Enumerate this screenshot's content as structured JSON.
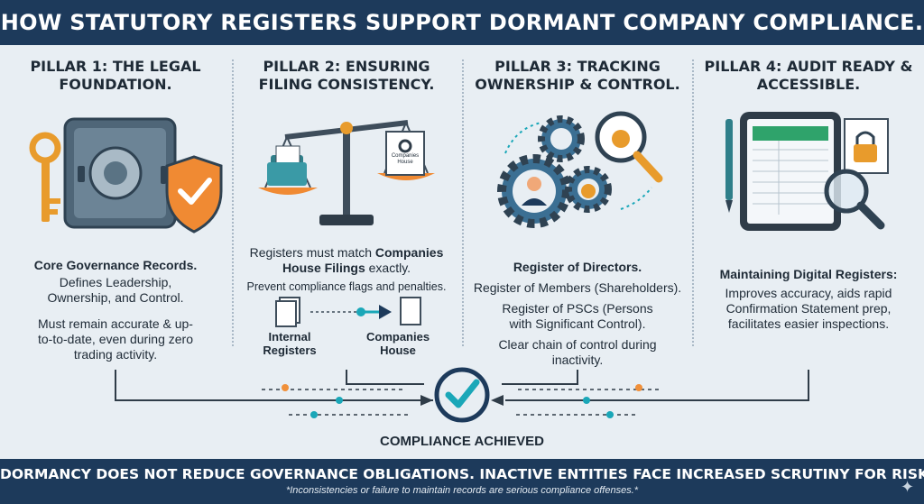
{
  "header": {
    "title": "HOW STATUTORY REGISTERS SUPPORT DORMANT COMPANY COMPLIANCE."
  },
  "pillar1": {
    "title": "PILLAR 1: THE LEGAL FOUNDATION.",
    "lead": "Core Governance Records.",
    "lines": "Defines Leadership, Ownership, and Control.",
    "body": "Must remain accurate & up-to-to-date, even during zero trading activity.",
    "icons": [
      "key-icon",
      "safe-icon",
      "shield-check-icon"
    ]
  },
  "pillar2": {
    "title": "PILLAR 2: ENSURING FILING CONSISTENCY.",
    "line1_a": "Registers must match ",
    "line1_b": "Companies House Filings",
    "line1_c": " exactly.",
    "line2": "Prevent compliance flags and penalties.",
    "doc_label": "Companies House",
    "flow_left": "Internal Registers",
    "flow_right": "Companies House",
    "icons": [
      "scale-icon",
      "folder-icon",
      "document-icon",
      "arrow-right-icon"
    ]
  },
  "pillar3": {
    "title": "PILLAR 3: TRACKING OWNERSHIP & CONTROL.",
    "lead": "Register of Directors.",
    "line2": "Register of Members (Shareholders).",
    "line3": "Register of PSCs (Persons with Significant Control).",
    "line4": "Clear chain of control during inactivity.",
    "icons": [
      "gear-icon",
      "person-icon",
      "money-bag-icon",
      "magnifier-icon"
    ]
  },
  "pillar4": {
    "title": "PILLAR 4: AUDIT READY & ACCESSIBLE.",
    "lead": "Maintaining Digital Registers:",
    "body": "Improves accuracy, aids rapid Confirmation Statement prep, facilitates easier inspections.",
    "icons": [
      "tablet-icon",
      "pen-icon",
      "padlock-document-icon",
      "magnifier-icon"
    ]
  },
  "center": {
    "label": "COMPLIANCE ACHIEVED",
    "icon": "checkmark-circle-icon"
  },
  "footer": {
    "main": "DORMANCY DOES NOT REDUCE GOVERNANCE OBLIGATIONS. INACTIVE ENTITIES FACE INCREASED SCRUTINY FOR RISKS.",
    "note": "*Inconsistencies or failure to maintain records are serious compliance offenses.*"
  },
  "colors": {
    "navy": "#1d3a5b",
    "teal": "#1aa7b8",
    "orange": "#f0903a",
    "gear_blue": "#3b6f93",
    "background": "#e8eef3"
  }
}
